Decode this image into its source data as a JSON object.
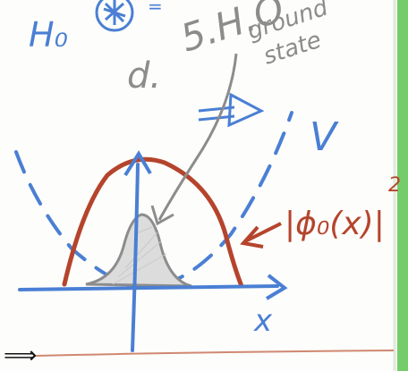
{
  "labels": {
    "h0": "H₀",
    "sho_fragment": "5.H.O",
    "ground": "ground",
    "state": "state",
    "d": "d.",
    "v": "V",
    "phi": "|ϕ₀(x)|",
    "phi_exponent": "2",
    "x_axis": "x",
    "implies": "⟹"
  },
  "colors": {
    "blue": "#4a7fd4",
    "red": "#b5442c",
    "gray": "#8c8c8c",
    "green_edge": "#5cc44e",
    "ink": "#111111"
  }
}
